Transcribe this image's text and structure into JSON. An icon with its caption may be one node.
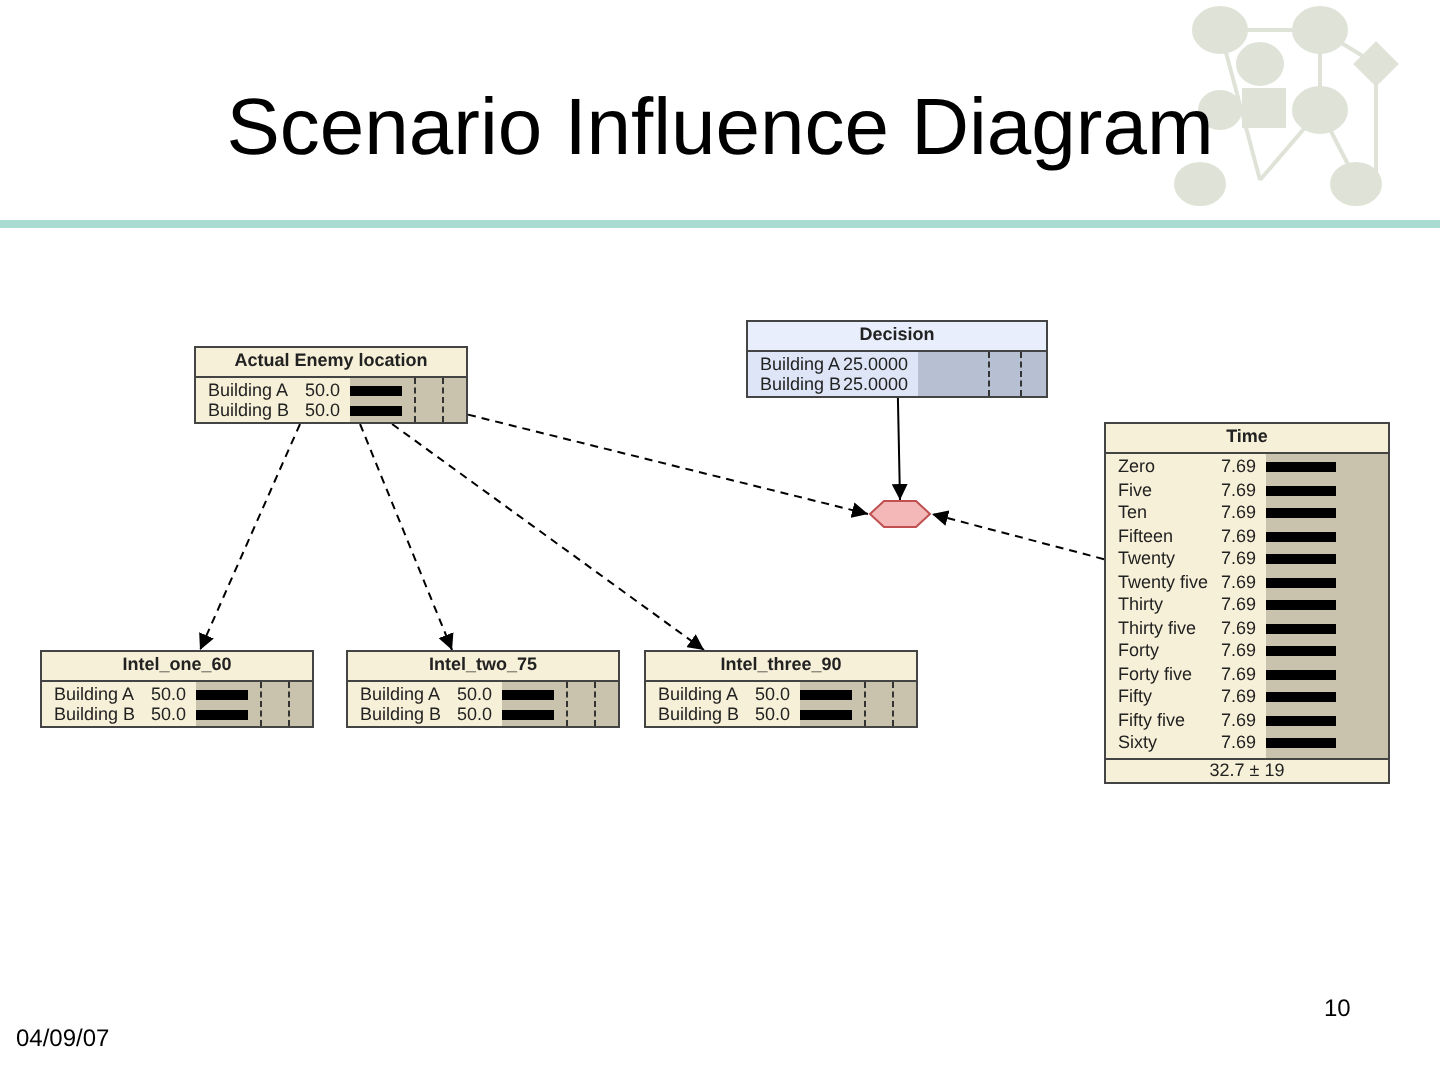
{
  "diagram": {
    "title": "Scenario Influence Diagram",
    "nodes": [
      {
        "text": [
          "Actual Enemy location",
          "Building A",
          "50.0",
          "Building B",
          "50.0"
        ]
      },
      {
        "text": [
          "Decision",
          "Building A",
          "25.0000",
          "Building B",
          "25.0000"
        ]
      },
      {
        "text": [],
        "shape": "hexagon"
      },
      {
        "text": [
          "Time",
          "Zero",
          "7.69",
          "Five",
          "7.69",
          "Ten",
          "7.69",
          "Fifteen",
          "7.69",
          "Twenty",
          "7.69",
          "Twenty five",
          "7.69",
          "Thirty",
          "7.69",
          "Thirty five",
          "7.69",
          "Forty",
          "7.69",
          "Forty five",
          "7.69",
          "Fifty",
          "7.69",
          "Fifty five",
          "7.69",
          "Sixty",
          "7.69",
          "32.7 ± 19"
        ]
      },
      {
        "text": [
          "Intel_one_60",
          "Building A",
          "50.0",
          "Building B",
          "50.0"
        ]
      },
      {
        "text": [
          "Intel_two_75",
          "Building A",
          "50.0",
          "Building B",
          "50.0"
        ]
      },
      {
        "text": [
          "Intel_three_90",
          "Building A",
          "50.0",
          "Building B",
          "50.0"
        ]
      }
    ],
    "edges": [
      {
        "from": 0,
        "to": 4,
        "arrow": "to",
        "style": "dashed"
      },
      {
        "from": 0,
        "to": 5,
        "arrow": "to",
        "style": "dashed"
      },
      {
        "from": 0,
        "to": 6,
        "arrow": "to",
        "style": "dashed"
      },
      {
        "from": 0,
        "to": 2,
        "arrow": "to",
        "style": "dashed"
      },
      {
        "from": 1,
        "to": 2,
        "arrow": "to"
      },
      {
        "from": 3,
        "to": 2,
        "arrow": "to",
        "style": "dashed"
      }
    ],
    "labels": [
      "04/09/07",
      "10"
    ]
  }
}
